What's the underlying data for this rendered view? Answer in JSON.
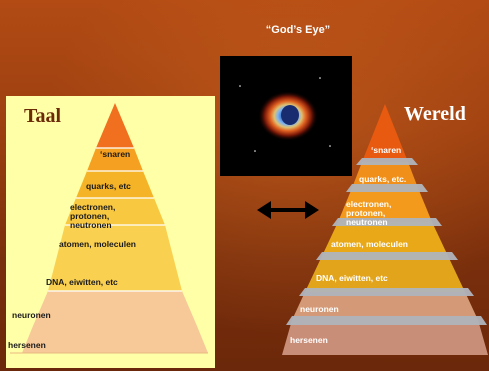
{
  "eye_label": "“God’s Eye”",
  "left": {
    "title": "Taal",
    "levels": [
      "‘snaren",
      "quarks, etc",
      "electronen, protonen, neutronen",
      "atomen, moleculen",
      "DNA, eiwitten, etc",
      "neuronen",
      "hersenen"
    ]
  },
  "right": {
    "title": "Wereld",
    "levels": [
      "‘snaren",
      "quarks, etc.",
      "electronen, protonen, neutronen",
      "atomen, moleculen",
      "DNA, eiwitten, etc",
      "neuronen",
      "hersenen"
    ]
  },
  "icons": [
    "nebula-image",
    "double-arrow-icon"
  ],
  "colors": {
    "background": "#a0430f",
    "left_panel": "#ffffa8",
    "title_brown": "#6b2a08"
  }
}
